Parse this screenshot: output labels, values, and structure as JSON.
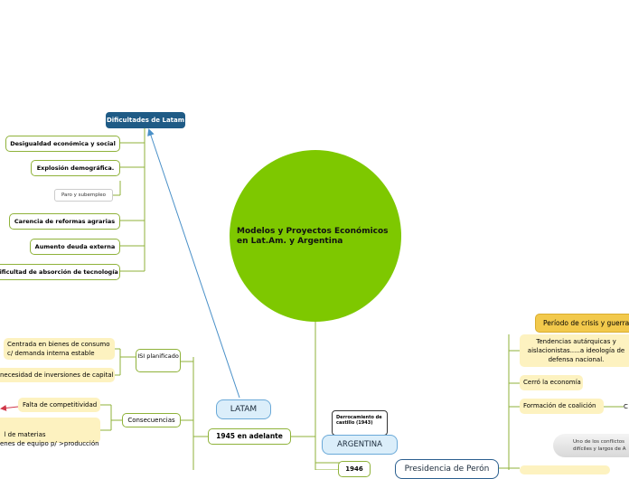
{
  "center": {
    "title": "Modelos y Proyectos Económicos en Lat.Am. y Argentina"
  },
  "dificultades": {
    "title": "Dificultades de Latam",
    "items": [
      "Desigualdad económica y social",
      "Explosión demográfica.",
      "Paro y subempleo",
      "Carencia de reformas agrarias",
      "Aumento deuda externa",
      "Dificultad de absorción de tecnología"
    ]
  },
  "latam": {
    "label": "LATAM",
    "period": "1945 en adelante",
    "isi": "ISI planificado",
    "isi_items": [
      "Centrada en bienes de consumo c/ demanda interna estable",
      "necesidad de inversiones de capital"
    ],
    "consecuencias": "Consecuencias",
    "consecuencias_items": [
      "Falta de competitividad",
      "l de materias\nenes de equipo p/ >producción"
    ]
  },
  "argentina": {
    "label": "ARGENTINA",
    "derrocamiento": "Derrocamiento de castillo (1943)",
    "year": "1946",
    "presidencia": "Presidencia de Perón"
  },
  "crisis": {
    "title": "Período de crisis y guerra",
    "items": [
      "Tendencias autárquicas y aislacionistas.....a ideología de defensa nacional.",
      "Cerró la economía",
      "Formación de coalición"
    ],
    "coalicion_child": "C",
    "conflictos": "Uno de los conflictos difíciles y largos de A"
  },
  "colors": {
    "accent": "#7ec800",
    "link": "#8fb23a",
    "blue_link": "#4a90c8",
    "red_link": "#d0384a"
  }
}
